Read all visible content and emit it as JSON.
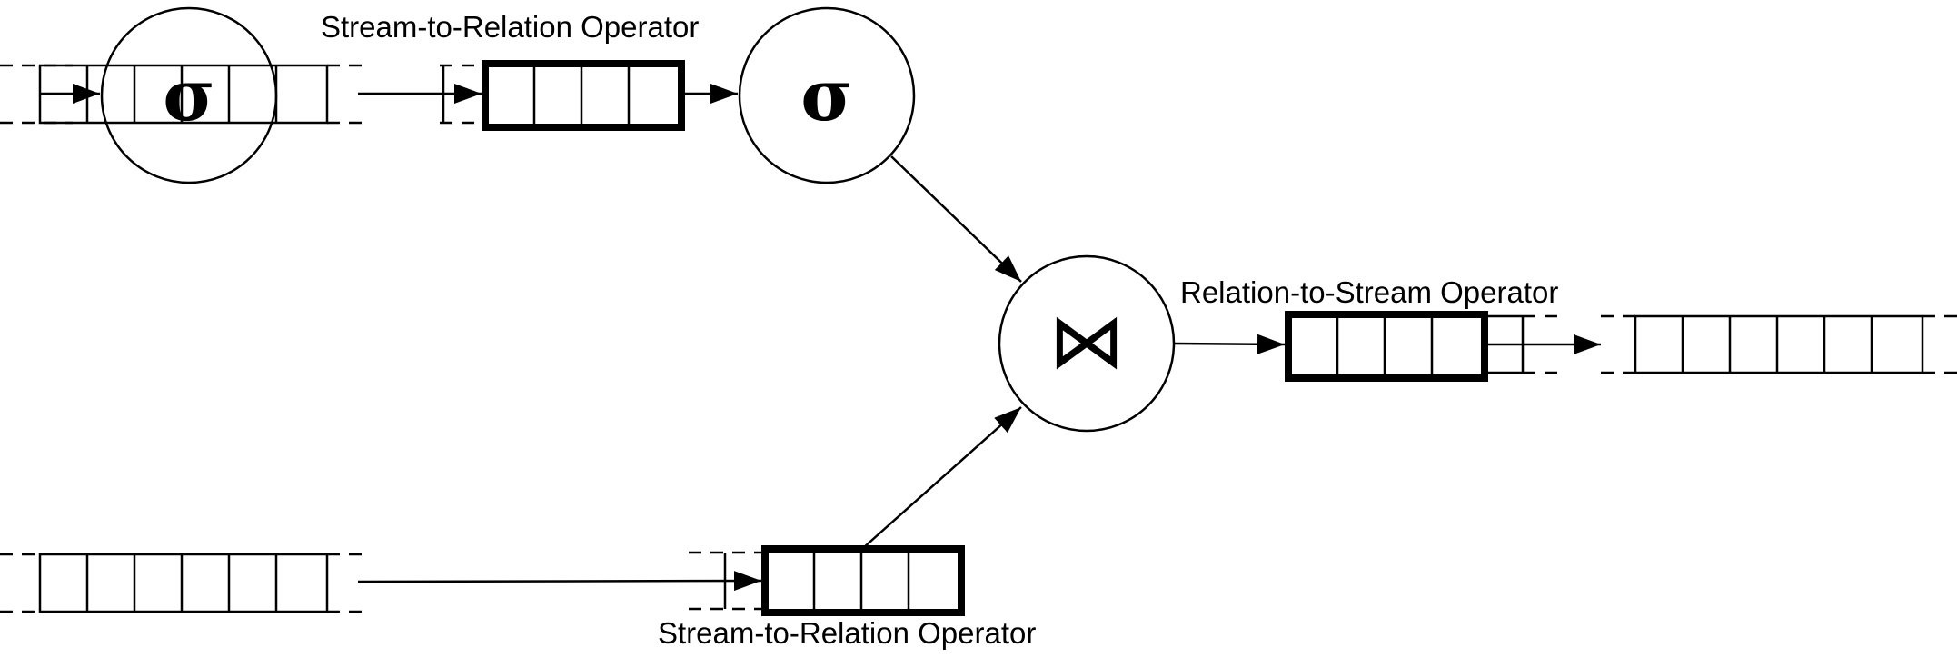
{
  "diagram": {
    "labels": {
      "s2r_top": "Stream-to-Relation Operator",
      "r2s": "Relation-to-Stream Operator",
      "s2r_bottom": "Stream-to-Relation Operator"
    },
    "operators": {
      "select_left": "σ",
      "select_right": "σ",
      "join": "⋈"
    }
  }
}
